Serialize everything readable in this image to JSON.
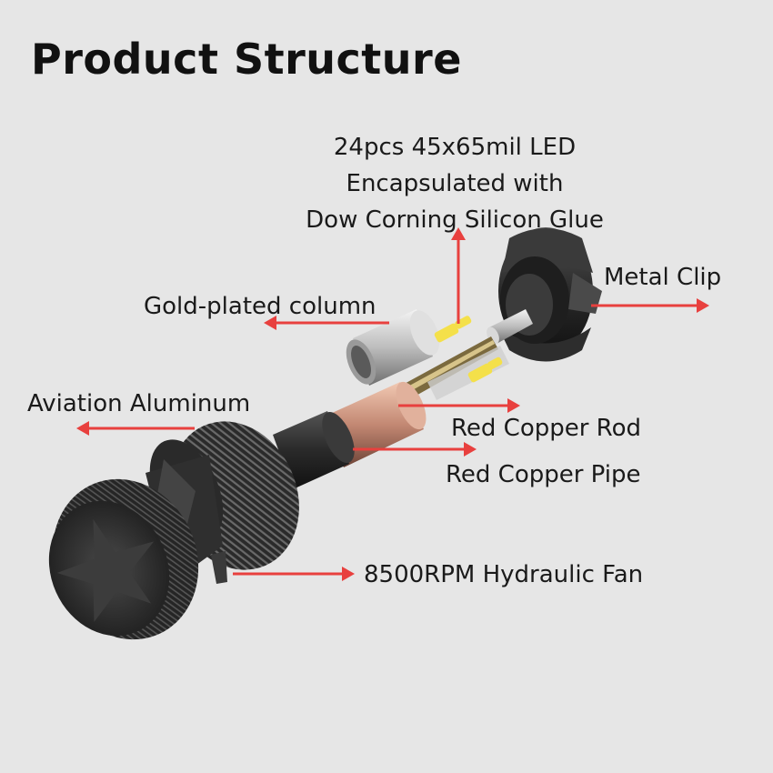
{
  "title": "Product Structure",
  "labels": {
    "led_line1": "24pcs 45x65mil LED",
    "led_line2": "Encapsulated with",
    "led_line3": "Dow Corning Silicon Glue",
    "metal_clip": "Metal Clip",
    "gold_column": "Gold-plated column",
    "aviation_aluminum": "Aviation Aluminum",
    "red_copper_rod": "Red Copper Rod",
    "red_copper_pipe": "Red Copper Pipe",
    "hydraulic_fan": "8500RPM Hydraulic Fan"
  },
  "colors": {
    "background": "#e6e6e6",
    "arrow": "#e8403e",
    "body_dark": "#2b2b2b",
    "copper": "#c8907a",
    "gold": "#c9b27a",
    "led_yellow": "#f4e04a"
  }
}
